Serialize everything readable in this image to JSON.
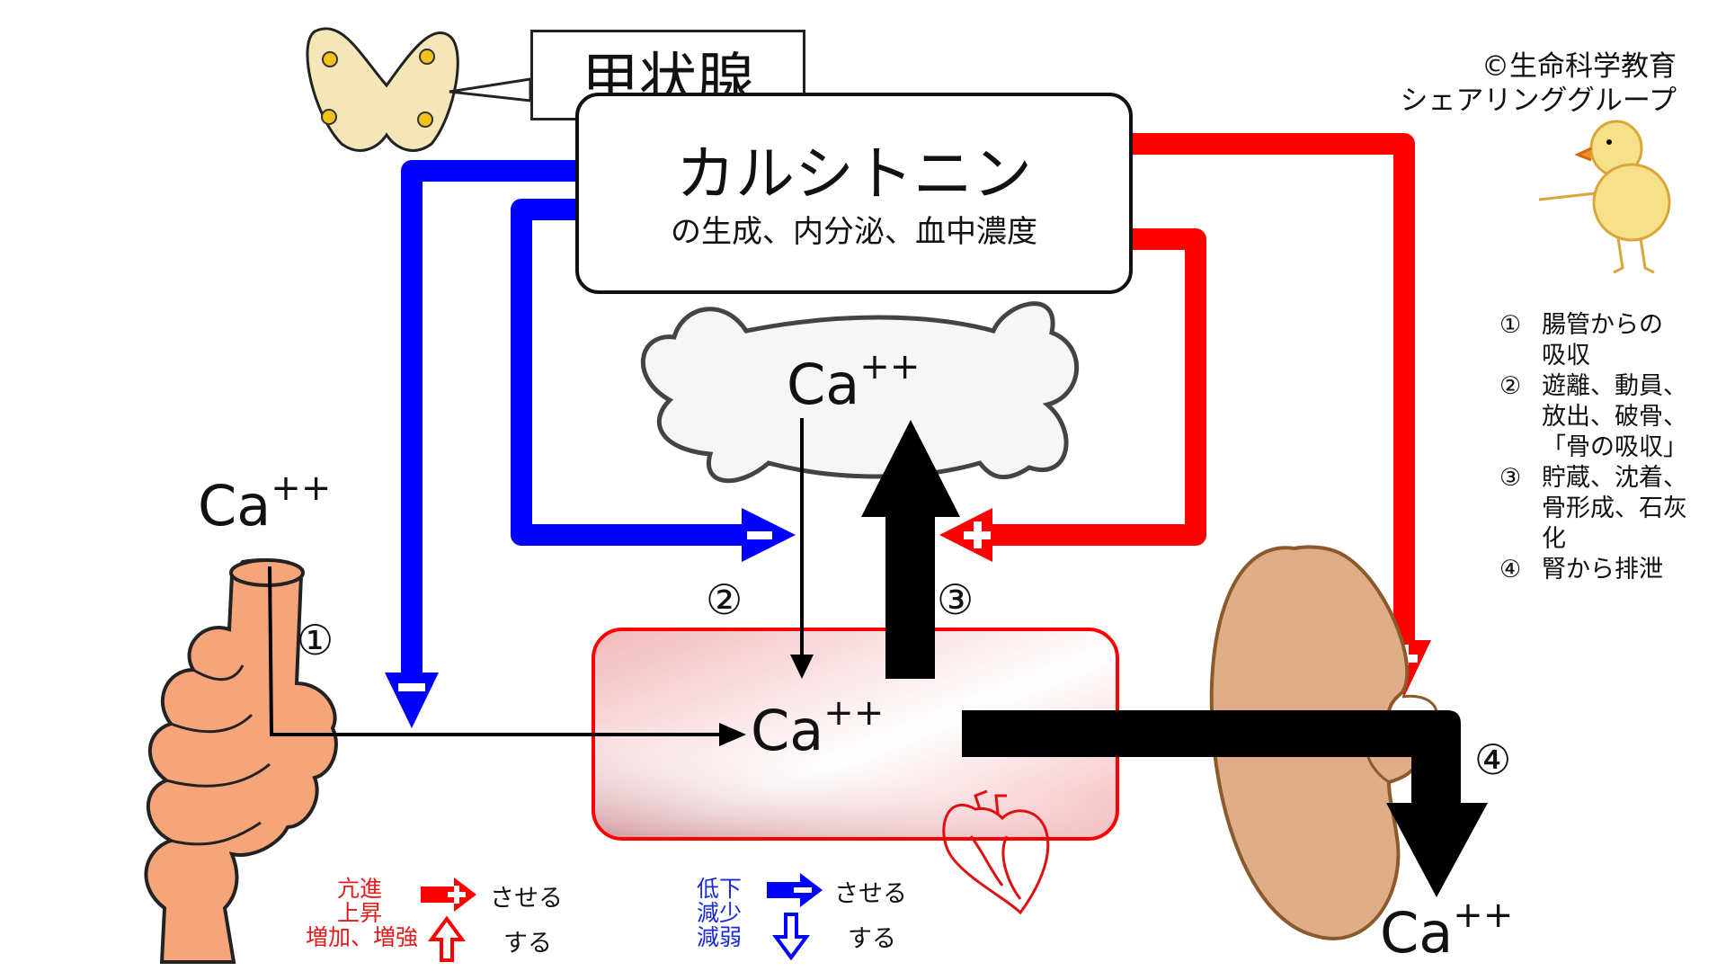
{
  "organ_labels": {
    "thyroid": "甲状腺"
  },
  "hormone": {
    "name": "カルシトニン",
    "description": "の生成、内分泌、血中濃度"
  },
  "credit": [
    "©生命科学教育",
    "シェアリンググループ"
  ],
  "calcium": {
    "base": "Ca",
    "charge": "++"
  },
  "step_numbers": [
    "①",
    "②",
    "③",
    "④"
  ],
  "process_legend": [
    {
      "num": "①",
      "text": "腸管からの\n吸収"
    },
    {
      "num": "②",
      "text": "遊離、動員、\n放出、破骨、\n「骨の吸収」"
    },
    {
      "num": "③",
      "text": "貯蔵、沈着、\n骨形成、石灰\n化"
    },
    {
      "num": "④",
      "text": "腎から排泄"
    }
  ],
  "key": {
    "increase_terms": [
      "亢進",
      "上昇",
      "増加、増強"
    ],
    "decrease_terms": [
      "低下",
      "減少",
      "減弱"
    ],
    "cause_label": "させる",
    "become_label": "する"
  },
  "colors": {
    "stimulate": "#ff0000",
    "inhibit": "#0000ff",
    "flow": "#000000"
  }
}
